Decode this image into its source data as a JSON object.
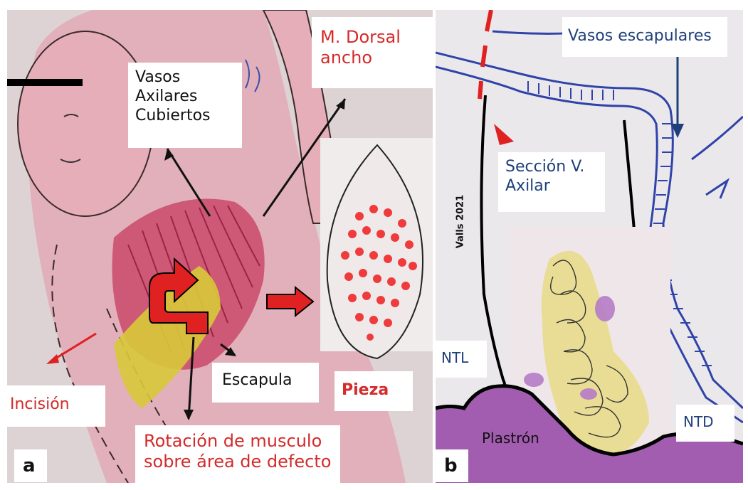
{
  "panel_a": {
    "letter": "a",
    "labels": {
      "vasos_axilares": "Vasos\nAxilares\nCubiertos",
      "dorsal_ancho": "M. Dorsal\nancho",
      "incision": "Incisión",
      "escapula": "Escapula",
      "pieza": "Pieza",
      "rotacion": "Rotación de musculo\nsobre área de defecto"
    }
  },
  "panel_b": {
    "letter": "b",
    "labels": {
      "vasos_escapulares": "Vasos escapulares",
      "seccion": "Sección V.\nAxilar",
      "ntl": "NTL",
      "ntd": "NTD",
      "plastron": "Plastrón",
      "credit": "Valls 2021"
    }
  },
  "colors": {
    "red_label": "#d42a2a",
    "navy": "#1f3f7a",
    "skin": "#e4a9b4",
    "muscle": "#c23a5c",
    "tumor": "#e8dc8c",
    "plastron": "#9a4aa3",
    "specimen_dot": "#ef3b3b"
  }
}
